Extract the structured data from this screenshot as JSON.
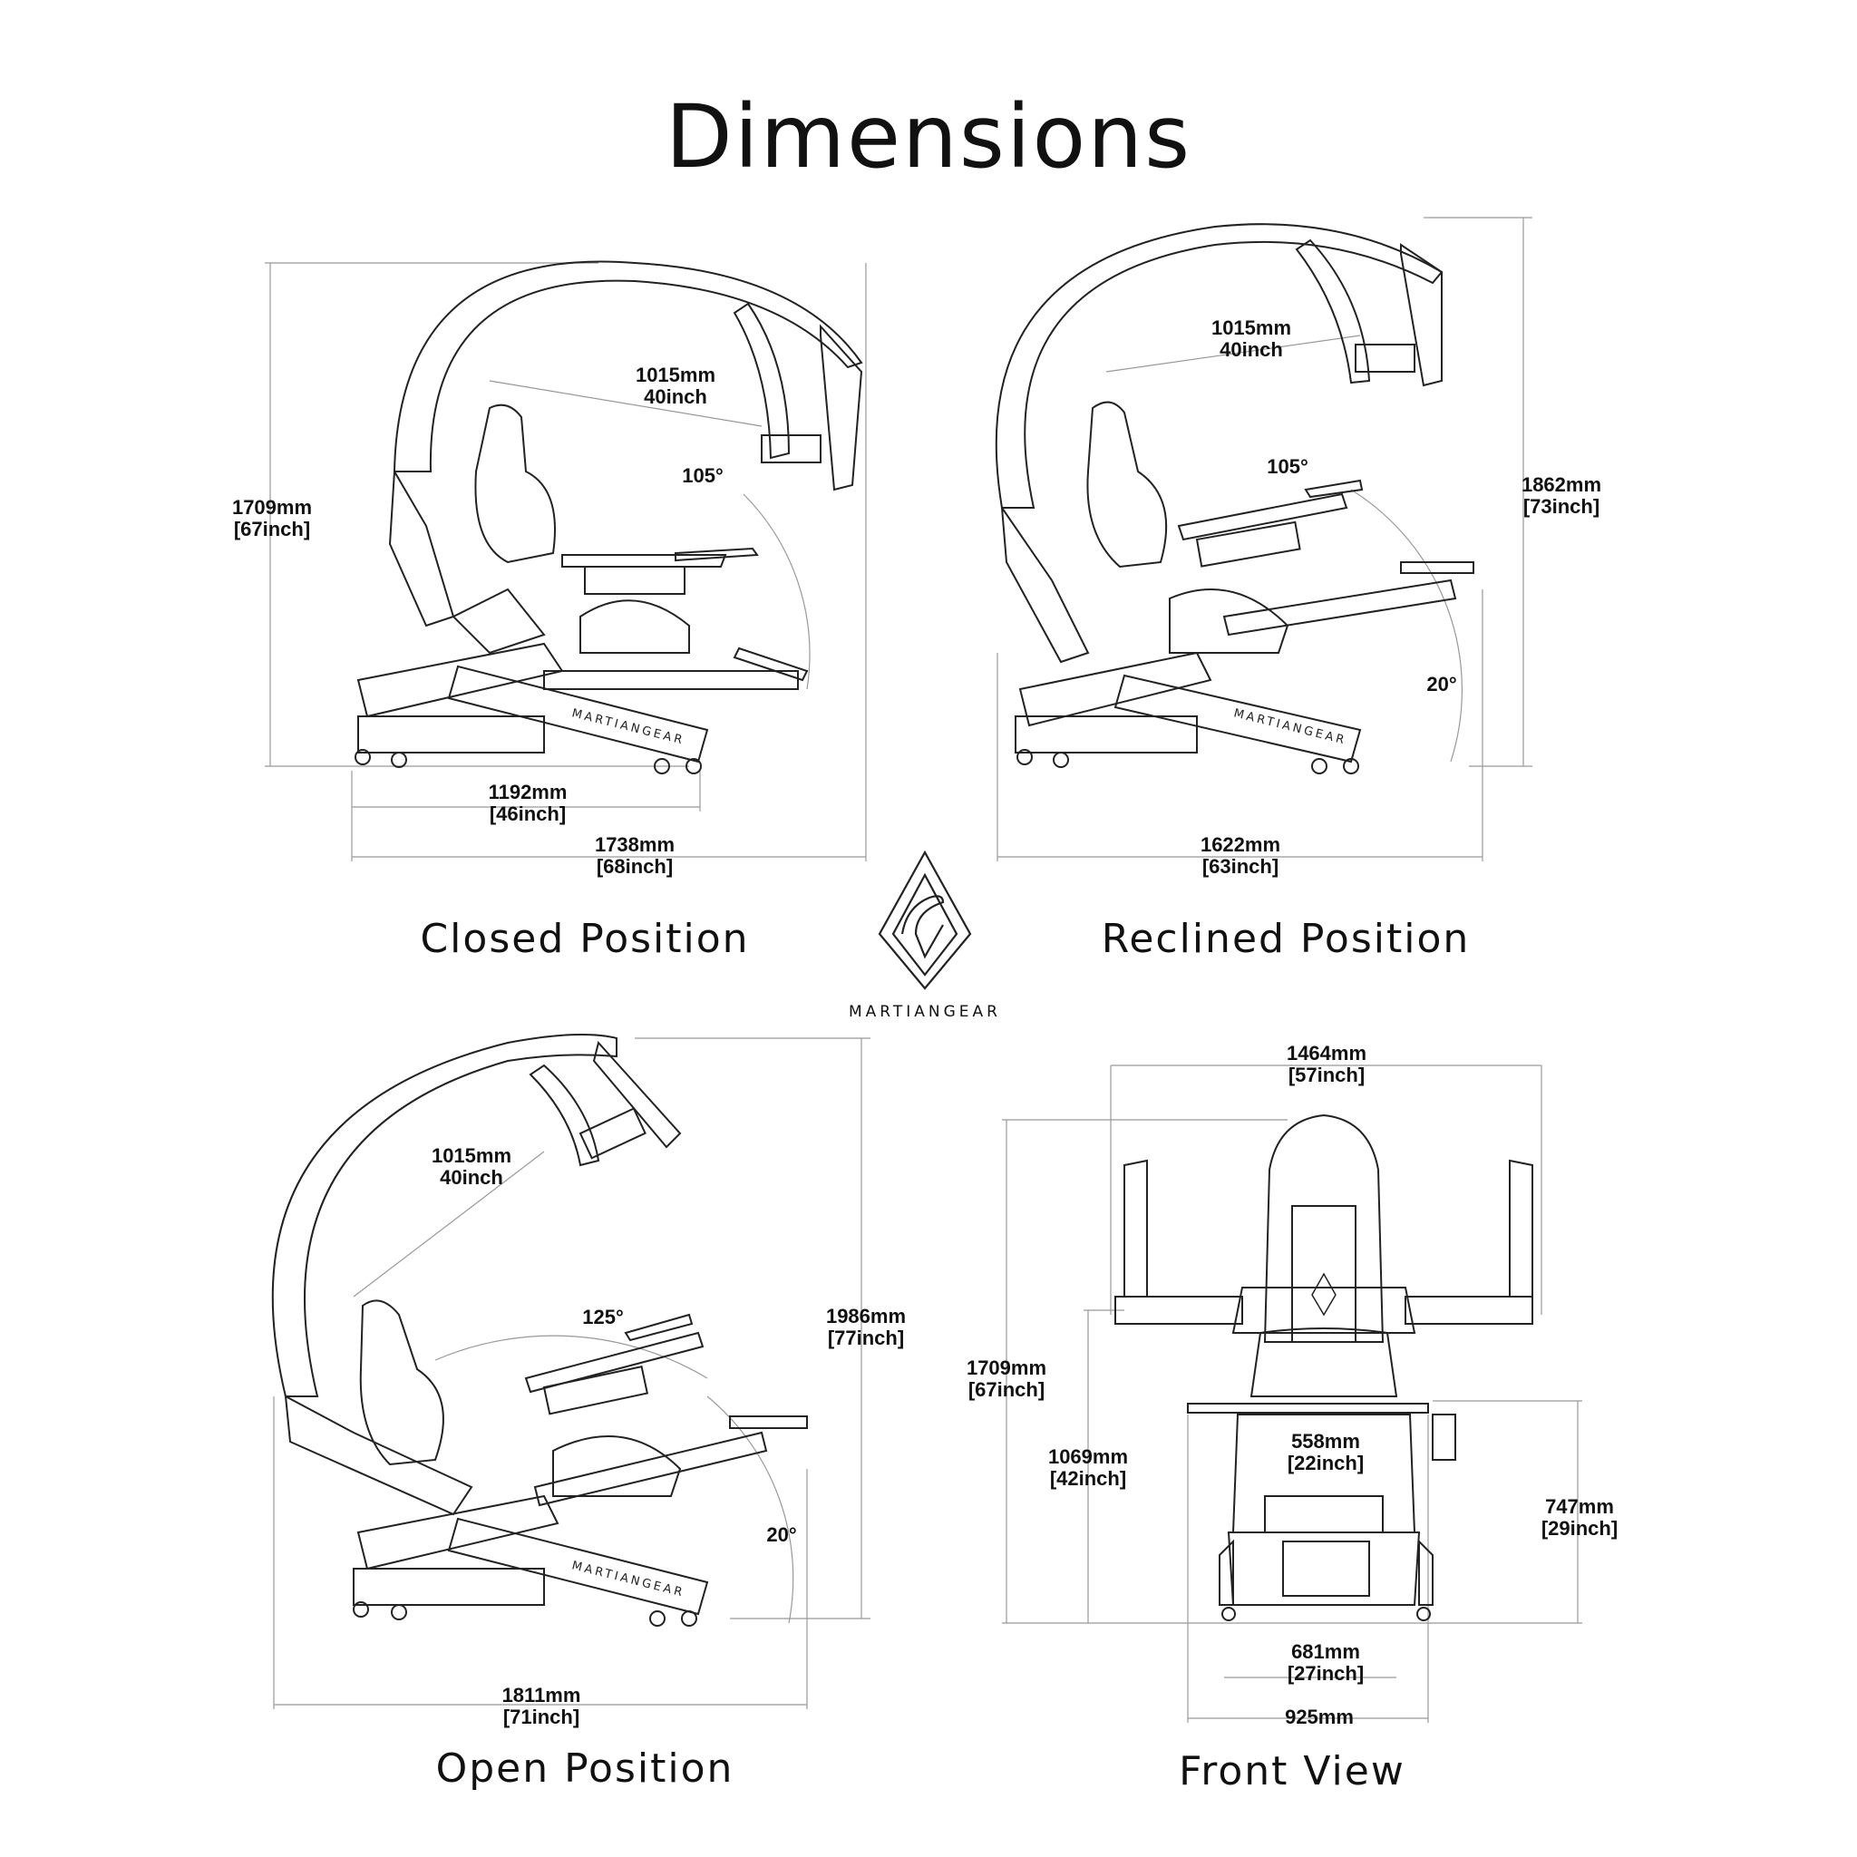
{
  "title": "Dimensions",
  "brand": "MARTIANGEAR",
  "closed": {
    "caption": "Closed Position",
    "height_mm": "1709mm",
    "height_in": "[67inch]",
    "span_mm": "1015mm",
    "span_in": "40inch",
    "angle": "105°",
    "base_mm": "1192mm",
    "base_in": "[46inch]",
    "length_mm": "1738mm",
    "length_in": "[68inch]"
  },
  "reclined": {
    "caption": "Reclined Position",
    "height_mm": "1862mm",
    "height_in": "[73inch]",
    "span_mm": "1015mm",
    "span_in": "40inch",
    "angle": "105°",
    "angle2": "20°",
    "length_mm": "1622mm",
    "length_in": "[63inch]"
  },
  "open": {
    "caption": "Open Position",
    "height_mm": "1986mm",
    "height_in": "[77inch]",
    "span_mm": "1015mm",
    "span_in": "40inch",
    "angle": "125°",
    "angle2": "20°",
    "length_mm": "1811mm",
    "length_in": "[71inch]"
  },
  "front": {
    "caption": "Front View",
    "width_mm": "1464mm",
    "width_in": "[57inch]",
    "height_mm": "1709mm",
    "height_in": "[67inch]",
    "seat_h_mm": "1069mm",
    "seat_h_in": "[42inch]",
    "seat_w_mm": "558mm",
    "seat_w_in": "[22inch]",
    "desk_h_mm": "747mm",
    "desk_h_in": "[29inch]",
    "base_w_mm": "681mm",
    "base_w_in": "[27inch]",
    "total_w_mm": "925mm"
  }
}
